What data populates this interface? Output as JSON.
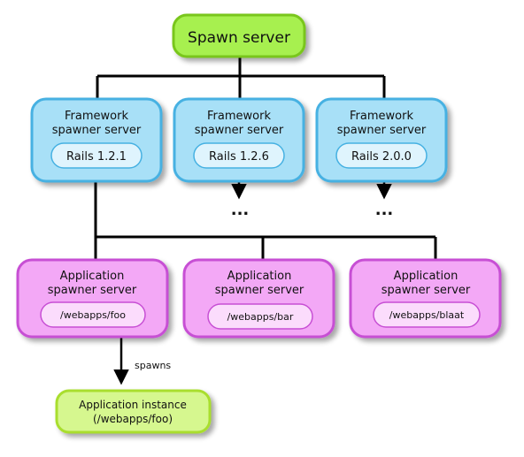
{
  "spawn_server": {
    "label": "Spawn server",
    "fill": "#a7f04f",
    "stroke": "#79c61a"
  },
  "framework_servers": [
    {
      "line1": "Framework",
      "line2": "spawner server",
      "version": "Rails 1.2.1",
      "more": ""
    },
    {
      "line1": "Framework",
      "line2": "spawner server",
      "version": "Rails 1.2.6",
      "more": "..."
    },
    {
      "line1": "Framework",
      "line2": "spawner server",
      "version": "Rails 2.0.0",
      "more": "..."
    }
  ],
  "framework_colors": {
    "fill": "#a8e0f7",
    "stroke": "#46b1e2",
    "pill_fill": "#dff4fd"
  },
  "app_servers": [
    {
      "line1": "Application",
      "line2": "spawner server",
      "path": "/webapps/foo"
    },
    {
      "line1": "Application",
      "line2": "spawner server",
      "path": "/webapps/bar"
    },
    {
      "line1": "Application",
      "line2": "spawner server",
      "path": "/webapps/blaat"
    }
  ],
  "app_colors": {
    "fill": "#f3a8f6",
    "stroke": "#c74fd4",
    "pill_fill": "#fbdcfc"
  },
  "spawns_label": "spawns",
  "instance": {
    "line1": "Application instance",
    "line2": "(/webapps/foo)",
    "fill": "#d6f78f",
    "stroke": "#a9de2e"
  }
}
